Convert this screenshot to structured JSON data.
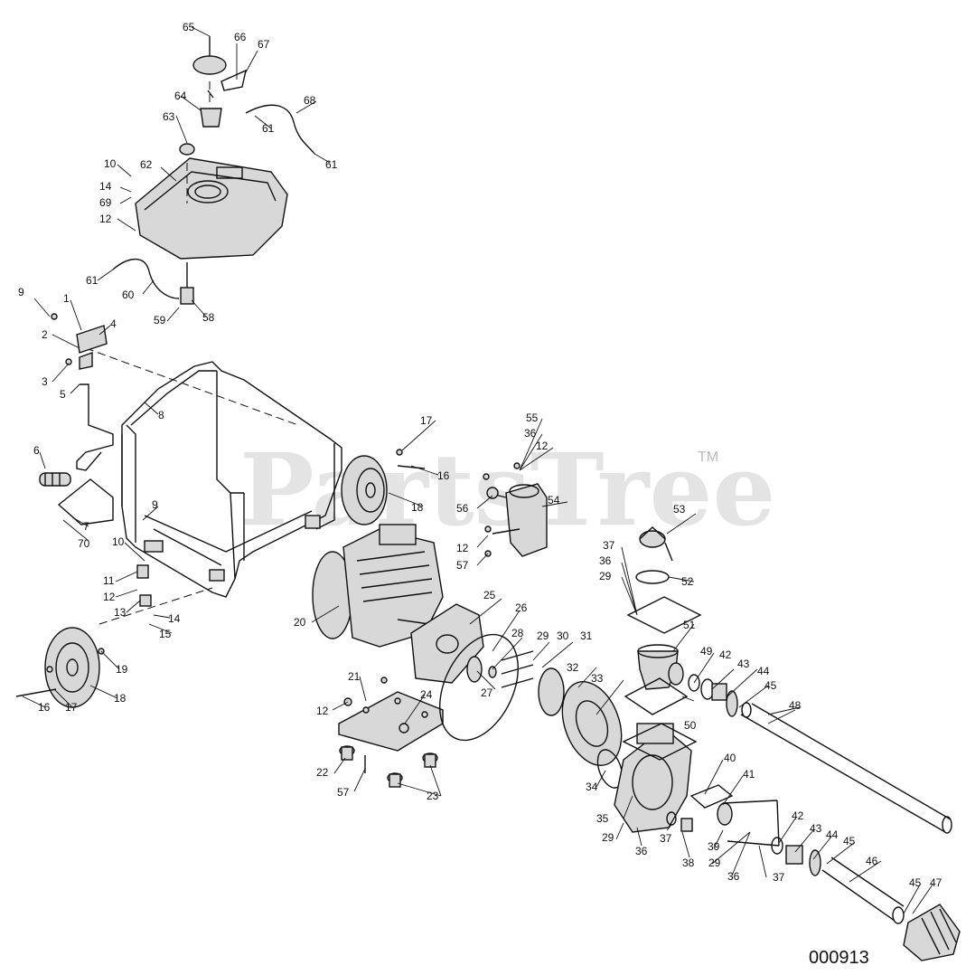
{
  "watermark": {
    "text": "PartsTree",
    "mark": "TM"
  },
  "document_number": "000913",
  "callouts": [
    "1",
    "2",
    "3",
    "4",
    "5",
    "6",
    "7",
    "8",
    "9",
    "10",
    "11",
    "12",
    "13",
    "14",
    "15",
    "16",
    "17",
    "18",
    "19",
    "20",
    "21",
    "22",
    "23",
    "24",
    "25",
    "26",
    "27",
    "28",
    "29",
    "30",
    "31",
    "32",
    "33",
    "34",
    "35",
    "36",
    "37",
    "38",
    "39",
    "40",
    "41",
    "42",
    "43",
    "44",
    "45",
    "46",
    "47",
    "48",
    "49",
    "50",
    "51",
    "52",
    "53",
    "54",
    "55",
    "56",
    "57",
    "58",
    "59",
    "60",
    "61",
    "62",
    "63",
    "64",
    "65",
    "66",
    "67",
    "68",
    "69",
    "70"
  ],
  "icons": {
    "drawing": "exploded-parts-diagram-icon"
  }
}
